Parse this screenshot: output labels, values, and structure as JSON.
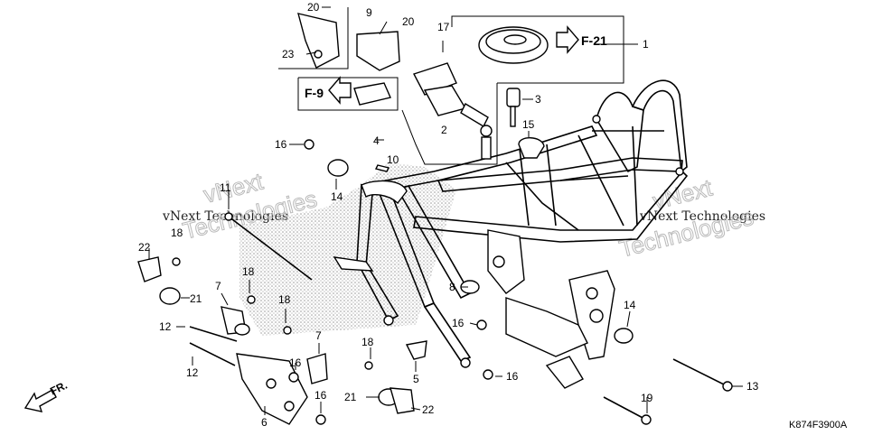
{
  "diagram": {
    "code": "K874F3900A",
    "watermarks": [
      "vNext Technologies",
      "Technologies",
      "vNext",
      "vNext Technologies",
      "Technologies",
      "vNext"
    ],
    "refs": [
      {
        "text": "F-21"
      },
      {
        "text": "F-9"
      }
    ],
    "direction": "FR.",
    "callouts": [
      "1",
      "2",
      "3",
      "4",
      "5",
      "6",
      "7",
      "7",
      "8",
      "9",
      "10",
      "11",
      "12",
      "12",
      "13",
      "14",
      "14",
      "15",
      "16",
      "16",
      "16",
      "16",
      "16",
      "17",
      "18",
      "18",
      "18",
      "18",
      "19",
      "20",
      "20",
      "21",
      "21",
      "22",
      "22",
      "23"
    ]
  },
  "colors": {
    "line": "#000000",
    "shade": "#bdbdbd",
    "watermark": "#b9b9b9"
  }
}
